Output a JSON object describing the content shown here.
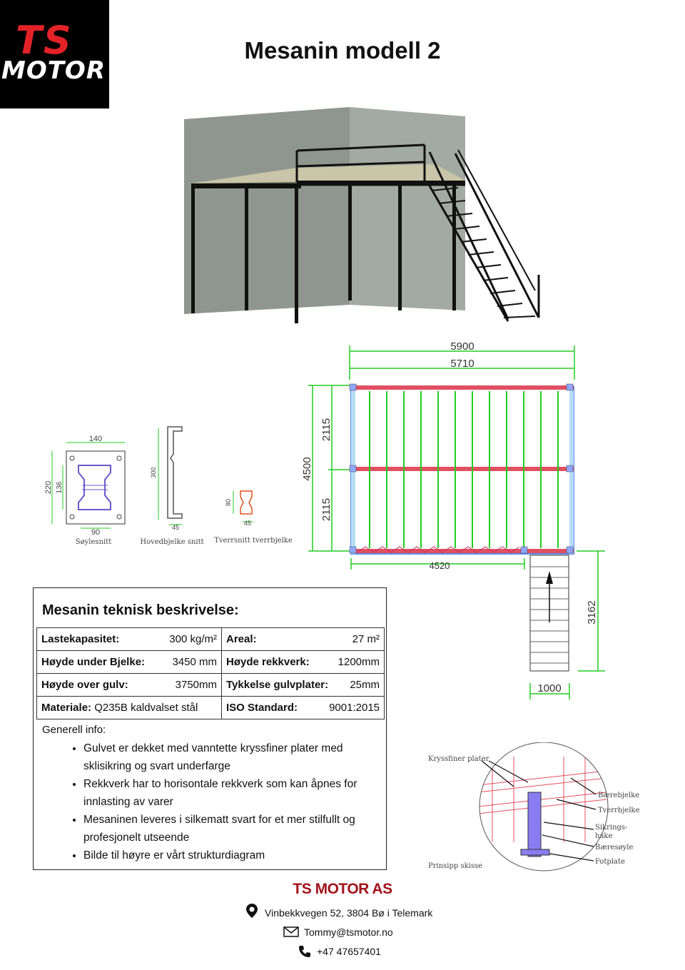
{
  "logo": {
    "line1": "TS",
    "line2": "MOTOR"
  },
  "title": "Mesanin modell 2",
  "plan": {
    "dims": {
      "total_width": "5900",
      "inner_width": "5710",
      "depth": "4500",
      "half_top": "2115",
      "half_bottom": "2115",
      "stair_offset": "4520",
      "stair_length": "3162",
      "stair_width": "1000"
    }
  },
  "sections": {
    "column": {
      "label": "Søylesnitt",
      "w": "140",
      "h": "220",
      "inner_h": "136",
      "bottom": "90"
    },
    "main_beam": {
      "label": "Hovedbjelke snitt",
      "h": "300",
      "w": "45"
    },
    "cross_beam": {
      "label": "Tverrsnitt tverrbjelke",
      "h": "80",
      "w": "45"
    }
  },
  "spec": {
    "heading": "Mesanin teknisk beskrivelse:",
    "rows": [
      {
        "l_label": "Lastekapasitet:",
        "l_value": "300 kg/m²",
        "r_label": "Areal:",
        "r_value": "27 m²"
      },
      {
        "l_label": "Høyde under Bjelke:",
        "l_value": "3450 mm",
        "r_label": "Høyde rekkverk:",
        "r_value": "1200mm"
      },
      {
        "l_label": "Høyde over gulv:",
        "l_value": "3750mm",
        "r_label": "Tykkelse gulvplater:",
        "r_value": "25mm"
      },
      {
        "l_label": "Materiale:",
        "l_value": "Q235B kaldvalset stål",
        "r_label": "ISO Standard:",
        "r_value": "9001:2015"
      }
    ],
    "general_heading": "Generell info:",
    "bullets": [
      "Gulvet er dekket med vanntette kryssfiner plater med sklisikring og svart underfarge",
      "Rekkverk har to horisontale rekkverk som kan åpnes for innlasting av varer",
      "Mesaninen leveres i silkematt svart for et mer stilfullt og profesjonelt utseende",
      "Bilde til høyre er vårt strukturdiagram"
    ]
  },
  "detail": {
    "plywood": "Kryssfiner plater",
    "bearing_beam": "Bærebjelke",
    "cross_beam": "Tverrbjelke",
    "safety_hook_1": "Sikrings-",
    "safety_hook_2": "hake",
    "column": "Bæresøyle",
    "foot_plate": "Fotplate",
    "caption": "Prinsipp skisse"
  },
  "footer": {
    "company": "TS MOTOR AS",
    "address": "Vinbekkvegen 52, 3804 Bø i Telemark",
    "email": "Tommy@tsmotor.no",
    "phone": "+47 47657401"
  },
  "colors": {
    "brand_red": "#e32227",
    "company_red": "#a2141b",
    "dim_green": "#22cc22",
    "beam_red": "#e05060",
    "beam_blue": "#5a8cf0"
  }
}
